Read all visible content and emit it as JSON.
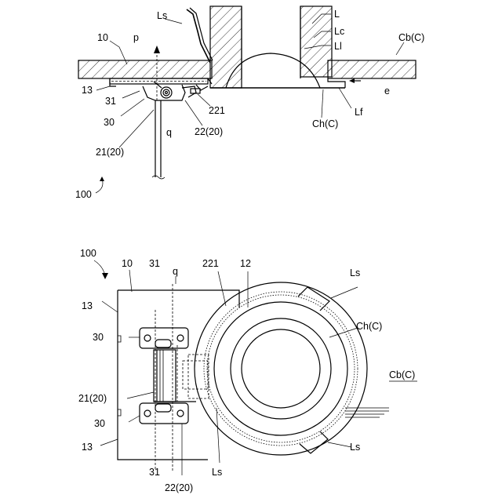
{
  "figure_top": {
    "labels": {
      "Ls": "Ls",
      "L": "L",
      "Lc": "Lc",
      "Ll": "Ll",
      "CbC": "Cb(C)",
      "ten": "10",
      "p": "p",
      "thirteen": "13",
      "thirtyone": "31",
      "thirty": "30",
      "q": "q",
      "twentyone": "21(20)",
      "twotwentyone": "221",
      "twentytwo": "22(20)",
      "ChC": "Ch(C)",
      "Lf": "Lf",
      "e": "e",
      "hundred": "100"
    }
  },
  "figure_bottom": {
    "labels": {
      "hundred": "100",
      "ten": "10",
      "thirtyone_top": "31",
      "q": "q",
      "twotwentyone": "221",
      "twelve": "12",
      "Ls_top": "Ls",
      "thirteen_top": "13",
      "ChC": "Ch(C)",
      "thirty_top": "30",
      "CbC": "Cb(C)",
      "twentyone": "21(20)",
      "thirty_bottom": "30",
      "thirteen_bottom": "13",
      "Ls_bottom": "Ls",
      "thirtyone_bottom": "31",
      "Ls_mid": "Ls",
      "twentytwo": "22(20)"
    }
  }
}
